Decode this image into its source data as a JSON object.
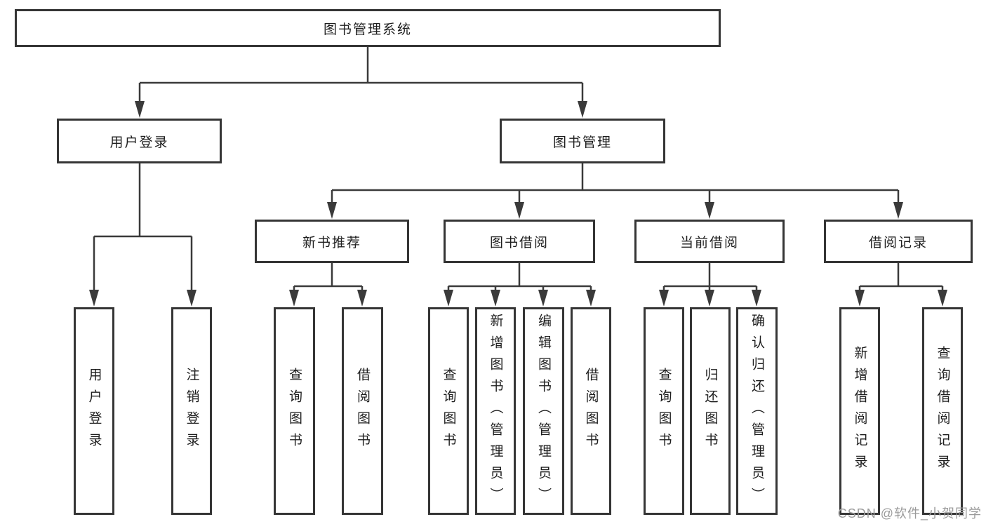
{
  "diagram": {
    "title": "图书管理系统",
    "watermark": "CSDN @软件_小贺同学",
    "colors": {
      "line": "#3a3a3a",
      "box_border": "#353535",
      "text": "#1e1e1e",
      "watermark": "#9b9b9b",
      "background": "#ffffff"
    },
    "nodes": {
      "root": {
        "label": "图书管理系统"
      },
      "level2": [
        {
          "label": "用户登录"
        },
        {
          "label": "图书管理"
        }
      ],
      "level3": [
        {
          "label": "新书推荐",
          "parent": "图书管理"
        },
        {
          "label": "图书借阅",
          "parent": "图书管理"
        },
        {
          "label": "当前借阅",
          "parent": "图书管理"
        },
        {
          "label": "借阅记录",
          "parent": "图书管理"
        }
      ],
      "leaves": [
        {
          "label": "用户登录",
          "parent": "用户登录"
        },
        {
          "label": "注销登录",
          "parent": "用户登录"
        },
        {
          "label": "查询图书",
          "parent": "新书推荐"
        },
        {
          "label": "借阅图书",
          "parent": "新书推荐"
        },
        {
          "label": "查询图书",
          "parent": "图书借阅"
        },
        {
          "label": "新增图书（管理员）",
          "parent": "图书借阅"
        },
        {
          "label": "编辑图书（管理员）",
          "parent": "图书借阅"
        },
        {
          "label": "借阅图书",
          "parent": "图书借阅"
        },
        {
          "label": "查询图书",
          "parent": "当前借阅"
        },
        {
          "label": "归还图书",
          "parent": "当前借阅"
        },
        {
          "label": "确认归还（管理员）",
          "parent": "当前借阅"
        },
        {
          "label": "新增借阅记录",
          "parent": "借阅记录"
        },
        {
          "label": "查询借阅记录",
          "parent": "借阅记录"
        }
      ]
    }
  }
}
